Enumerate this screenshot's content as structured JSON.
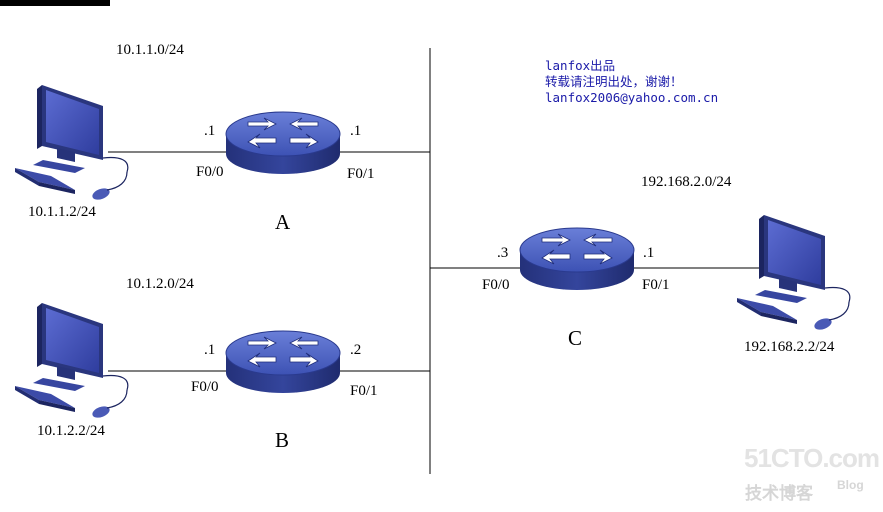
{
  "networks": {
    "net_a": "10.1.1.0/24",
    "net_b": "10.1.2.0/24",
    "net_c": "192.168.2.0/24"
  },
  "hosts": {
    "host_a": "10.1.1.2/24",
    "host_b": "10.1.2.2/24",
    "host_c": "192.168.2.2/24"
  },
  "routers": {
    "a": {
      "name": "A",
      "badge": "ROUTER",
      "left_ip": ".1",
      "right_ip": ".1",
      "left_port": "F0/0",
      "right_port": "F0/1"
    },
    "b": {
      "name": "B",
      "badge": "ROUTER",
      "left_ip": ".1",
      "right_ip": ".2",
      "left_port": "F0/0",
      "right_port": "F0/1"
    },
    "c": {
      "name": "C",
      "badge": "ROUTER",
      "left_ip": ".3",
      "right_ip": ".1",
      "left_port": "F0/0",
      "right_port": "F0/1"
    }
  },
  "credit": {
    "line1": "lanfox出品",
    "line2": "转载请注明出处，谢谢！",
    "line3": "lanfox2006@yahoo.com.cn"
  },
  "watermark": {
    "brand": "51CTO.com",
    "sub": "技术博客",
    "blog": "Blog"
  },
  "colors": {
    "router_top": "#4d63c2",
    "router_side": "#2c3c8c",
    "monitor_screen": "#3f4fbf",
    "credit_text": "#1a1aa8"
  }
}
